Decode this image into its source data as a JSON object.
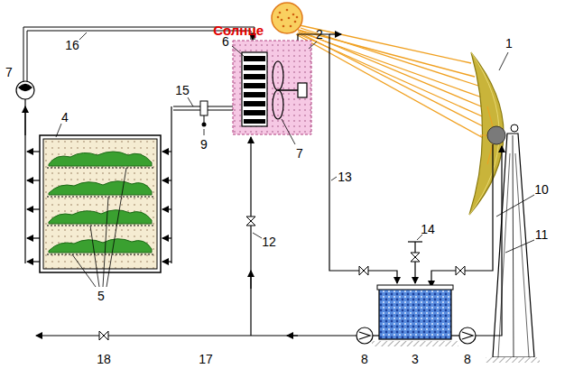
{
  "diagram": {
    "nodes": [
      {
        "text": [
          "Солнце"
        ]
      }
    ],
    "labels": [
      "1",
      "2",
      "16",
      "7",
      "6",
      "4",
      "15",
      "10",
      "13",
      "14",
      "7",
      "9",
      "11",
      "5",
      "12",
      "18",
      "17",
      "8",
      "3",
      "8"
    ]
  }
}
